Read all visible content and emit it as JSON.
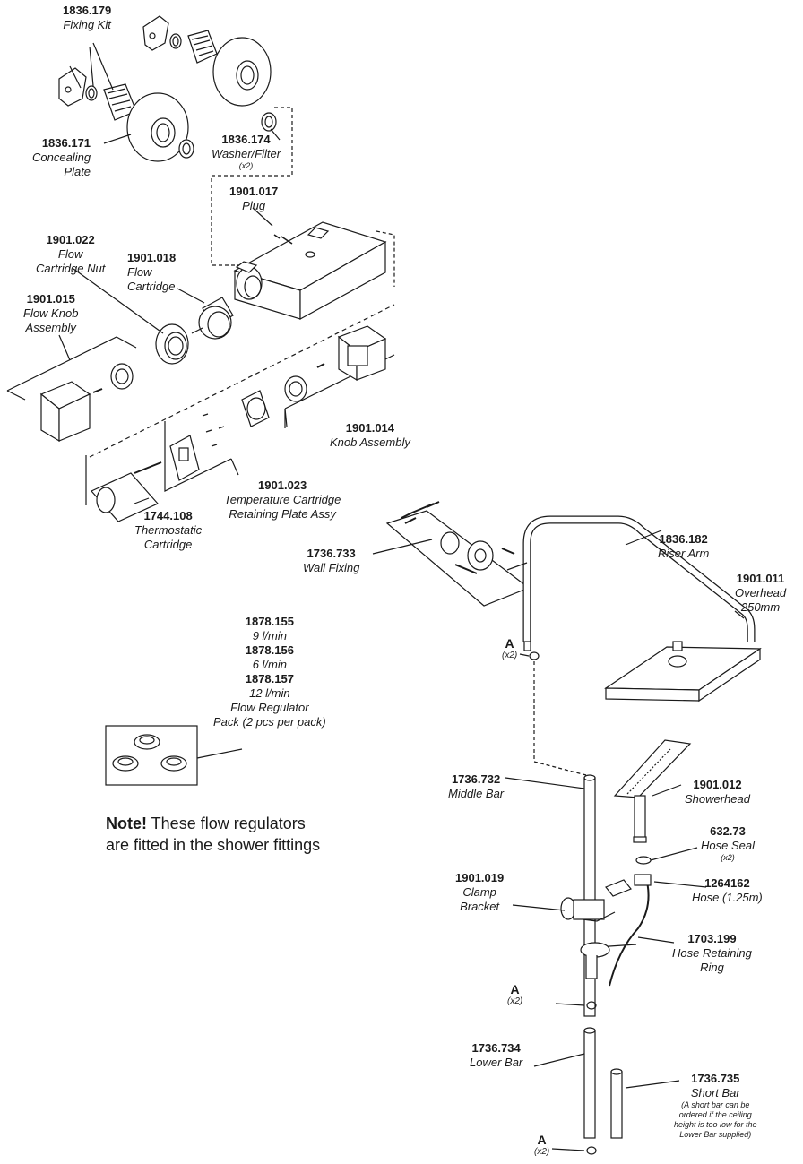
{
  "parts": {
    "fixing_kit": {
      "code": "1836.179",
      "desc": "Fixing Kit"
    },
    "concealing_plate": {
      "code": "1836.171",
      "desc1": "Concealing",
      "desc2": "Plate"
    },
    "washer_filter": {
      "code": "1836.174",
      "desc": "Washer/Filter",
      "qty": "(x2)"
    },
    "plug": {
      "code": "1901.017",
      "desc": "Plug"
    },
    "flow_cartridge_nut": {
      "code": "1901.022",
      "desc1": "Flow",
      "desc2": "Cartridge Nut"
    },
    "flow_cartridge": {
      "code": "1901.018",
      "desc1": "Flow",
      "desc2": "Cartridge"
    },
    "flow_knob_assembly": {
      "code": "1901.015",
      "desc1": "Flow Knob",
      "desc2": "Assembly"
    },
    "knob_assembly": {
      "code": "1901.014",
      "desc": "Knob Assembly"
    },
    "temp_cartridge_plate": {
      "code": "1901.023",
      "desc1": "Temperature Cartridge",
      "desc2": "Retaining Plate Assy"
    },
    "thermostatic_cartridge": {
      "code": "1744.108",
      "desc1": "Thermostatic",
      "desc2": "Cartridge"
    },
    "wall_fixing": {
      "code": "1736.733",
      "desc": "Wall Fixing"
    },
    "riser_arm": {
      "code": "1836.182",
      "desc": "Riser Arm"
    },
    "overhead": {
      "code": "1901.011",
      "desc1": "Overhead",
      "desc2": "250mm"
    },
    "flow_regulators": {
      "items": [
        {
          "code": "1878.155",
          "desc": "9 l/min"
        },
        {
          "code": "1878.156",
          "desc": "6 l/min"
        },
        {
          "code": "1878.157",
          "desc": "12 l/min"
        }
      ],
      "desc1": "Flow Regulator",
      "desc2": "Pack (2 pcs per pack)"
    },
    "middle_bar": {
      "code": "1736.732",
      "desc": "Middle Bar"
    },
    "showerhead": {
      "code": "1901.012",
      "desc": "Showerhead"
    },
    "hose_seal": {
      "code": "632.73",
      "desc": "Hose Seal",
      "qty": "(x2)"
    },
    "hose": {
      "code": "1264162",
      "desc": "Hose (1.25m)"
    },
    "clamp_bracket": {
      "code": "1901.019",
      "desc1": "Clamp",
      "desc2": "Bracket"
    },
    "hose_retaining_ring": {
      "code": "1703.199",
      "desc1": "Hose Retaining",
      "desc2": "Ring"
    },
    "lower_bar": {
      "code": "1736.734",
      "desc": "Lower Bar"
    },
    "short_bar": {
      "code": "1736.735",
      "desc": "Short Bar",
      "fine1": "(A short bar can be",
      "fine2": "ordered  if the ceiling",
      "fine3": "height is too low for the",
      "fine4": "Lower Bar supplied)"
    }
  },
  "a_refs": [
    {
      "letter": "A",
      "qty": "(x2)"
    },
    {
      "letter": "A",
      "qty": "(x2)"
    },
    {
      "letter": "A",
      "qty": "(x2)"
    }
  ],
  "note": {
    "bold": "Note!",
    "line1": " These flow regulators",
    "line2": "are fitted in the shower fittings"
  }
}
